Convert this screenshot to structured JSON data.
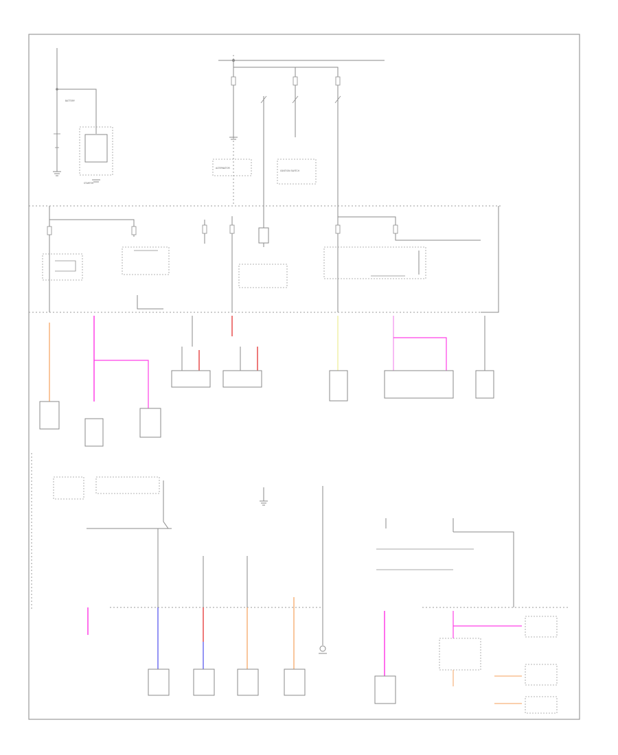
{
  "colors": {
    "wire": "#8a8a8a",
    "pink": "#ff3ee6",
    "pink_light": "#f4a2f0",
    "orange": "#f7b27a",
    "yellow": "#f1f1a8",
    "red": "#e74c4c",
    "blue": "#6f6ff0"
  },
  "labels": {
    "battery": "BATTERY",
    "starter": "STARTER",
    "alternator": "ALTERNATOR",
    "ignition_switch": "IGNITION SWITCH"
  }
}
